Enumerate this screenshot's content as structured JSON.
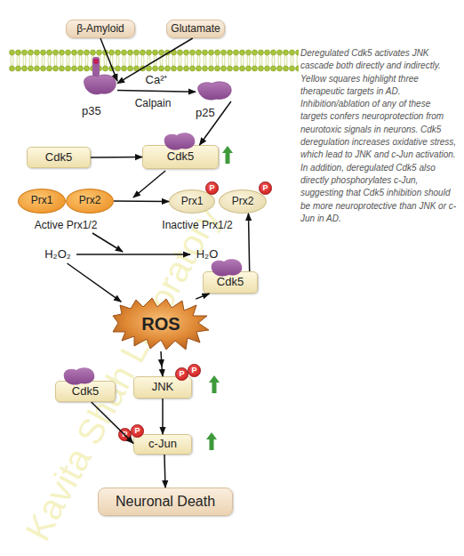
{
  "diagram": {
    "caption": "Deregulated Cdk5 activates JNK cascade both directly and indirectly. Yellow squares highlight three therapeutic targets in AD. Inhibition/ablation of any of these targets confers neuroprotection from neurotoxic signals in neurons. Cdk5 deregulation increases oxidative stress, which lead to JNK and c-Jun activation. In addition, deregulated Cdk5 also directly phosphorylates c-Jun, suggesting that Cdk5 inhibition should be more neuroprotective than JNK or c-Jun in AD.",
    "nodes": [
      {
        "text": [
          "β-Amyloid"
        ]
      },
      {
        "text": [
          "Glutamate"
        ]
      },
      {
        "text": [
          "p35"
        ]
      },
      {
        "text": [
          "p25"
        ]
      },
      {
        "text": [
          "Cdk5"
        ]
      },
      {
        "text": [
          "Cdk5"
        ]
      },
      {
        "text": [
          "Prx1"
        ]
      },
      {
        "text": [
          "Prx2"
        ]
      },
      {
        "text": [
          "Prx1"
        ]
      },
      {
        "text": [
          "P"
        ],
        "in": 8
      },
      {
        "text": [
          "Prx2"
        ]
      },
      {
        "text": [
          "P"
        ],
        "in": 10
      },
      {
        "text": [
          "H₂O₂"
        ]
      },
      {
        "text": [
          "H₂O"
        ]
      },
      {
        "text": [
          "Cdk5"
        ]
      },
      {
        "text": [
          "ROS"
        ]
      },
      {
        "text": [
          "Cdk5"
        ]
      },
      {
        "text": [
          "JNK"
        ]
      },
      {
        "text": [
          "P"
        ],
        "in": 17
      },
      {
        "text": [
          "P"
        ],
        "in": 17
      },
      {
        "text": [
          "c-Jun"
        ]
      },
      {
        "text": [
          "P"
        ],
        "in": 20
      },
      {
        "text": [
          "P"
        ],
        "in": 20
      },
      {
        "text": [
          "Neuronal Death"
        ]
      }
    ],
    "edges": [
      {
        "from": 0,
        "to": 2,
        "arrow": "to"
      },
      {
        "from": 1,
        "to": 2,
        "arrow": "to"
      },
      {
        "from": 2,
        "to": 3,
        "label": "Ca²⁺",
        "arrow": "to"
      },
      {
        "from": 3,
        "to": 5,
        "arrow": "to"
      },
      {
        "from": 4,
        "to": 5,
        "arrow": "to"
      },
      {
        "from": 7,
        "to": 8,
        "arrow": "to"
      },
      {
        "from": 12,
        "to": 13,
        "arrow": "to"
      },
      {
        "from": 12,
        "to": 15,
        "arrow": "to"
      },
      {
        "from": 15,
        "to": 14,
        "arrow": "to"
      },
      {
        "from": 14,
        "to": 10,
        "arrow": "to"
      },
      {
        "from": 15,
        "to": 17,
        "arrow": "to"
      },
      {
        "from": 17,
        "to": 20,
        "arrow": "to"
      },
      {
        "from": 16,
        "to": 20,
        "arrow": "to"
      },
      {
        "from": 20,
        "to": 23,
        "arrow": "to"
      }
    ],
    "labels": [
      "Calpain",
      "Active Prx1/2",
      "Inactive Prx1/2",
      "Kavita Shah Laboratory"
    ]
  }
}
